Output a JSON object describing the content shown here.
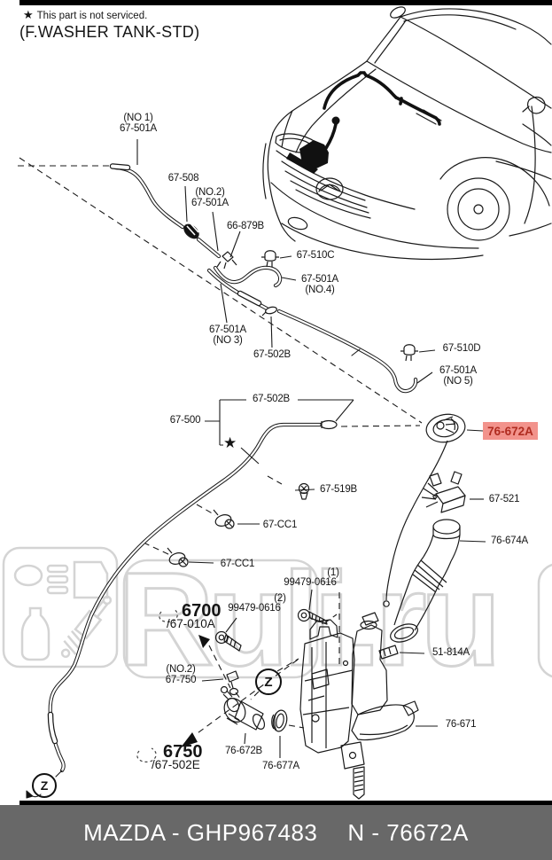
{
  "header": {
    "star": "★",
    "note": "This part is not serviced.",
    "title": "(F.WASHER TANK-STD)"
  },
  "watermark": {
    "text": "Ruli.ru"
  },
  "zone_marker": "Z",
  "assembly_star": "★",
  "labels": {
    "no1": {
      "line1": "(NO 1)",
      "line2": "67-501A"
    },
    "p67_508": "67-508",
    "no2": {
      "line1": "(NO.2)",
      "line2": "67-501A"
    },
    "p66_879b": "66-879B",
    "p67_510c": "67-510C",
    "no4": {
      "line1": "67-501A",
      "line2": "(NO.4)"
    },
    "no3": {
      "line1": "67-501A",
      "line2": "(NO 3)"
    },
    "p67_502b_upper": "67-502B",
    "p67_510d": "67-510D",
    "no5": {
      "line1": "67-501A",
      "line2": "(NO 5)"
    },
    "p67_502b_assembly": "67-502B",
    "p67_500": "67-500",
    "p76_672a": "76-672A",
    "p67_519b": "67-519B",
    "p67_521": "67-521",
    "p67_cc1_a": "67-CC1",
    "p76_674a": "76-674A",
    "p67_cc1_b": "67-CC1",
    "screw1": {
      "line1": "(1)",
      "line2": "99479-0616"
    },
    "screw2": {
      "line1": "(2)",
      "line2": "99479-0616"
    },
    "p6700": {
      "line1": "6700",
      "line2": "/67-010A"
    },
    "p51_814a": "51-814A",
    "p67_750": {
      "line1": "(NO.2)",
      "line2": "67-750"
    },
    "p76_672b": "76-672B",
    "p6750": {
      "line1": "6750",
      "line2": "/67-502E"
    },
    "p76_677a": "76-677A",
    "p76_671": "76-671"
  },
  "colors": {
    "highlight_bg": "#F2938C",
    "highlight_text": "#B02C20",
    "footer_bg": "#686868",
    "line": "#1a1a1a",
    "watermark": "#d4d4d4"
  },
  "footer": {
    "brand_code": "MAZDA - GHP967483",
    "part_code": "N - 76672A"
  }
}
